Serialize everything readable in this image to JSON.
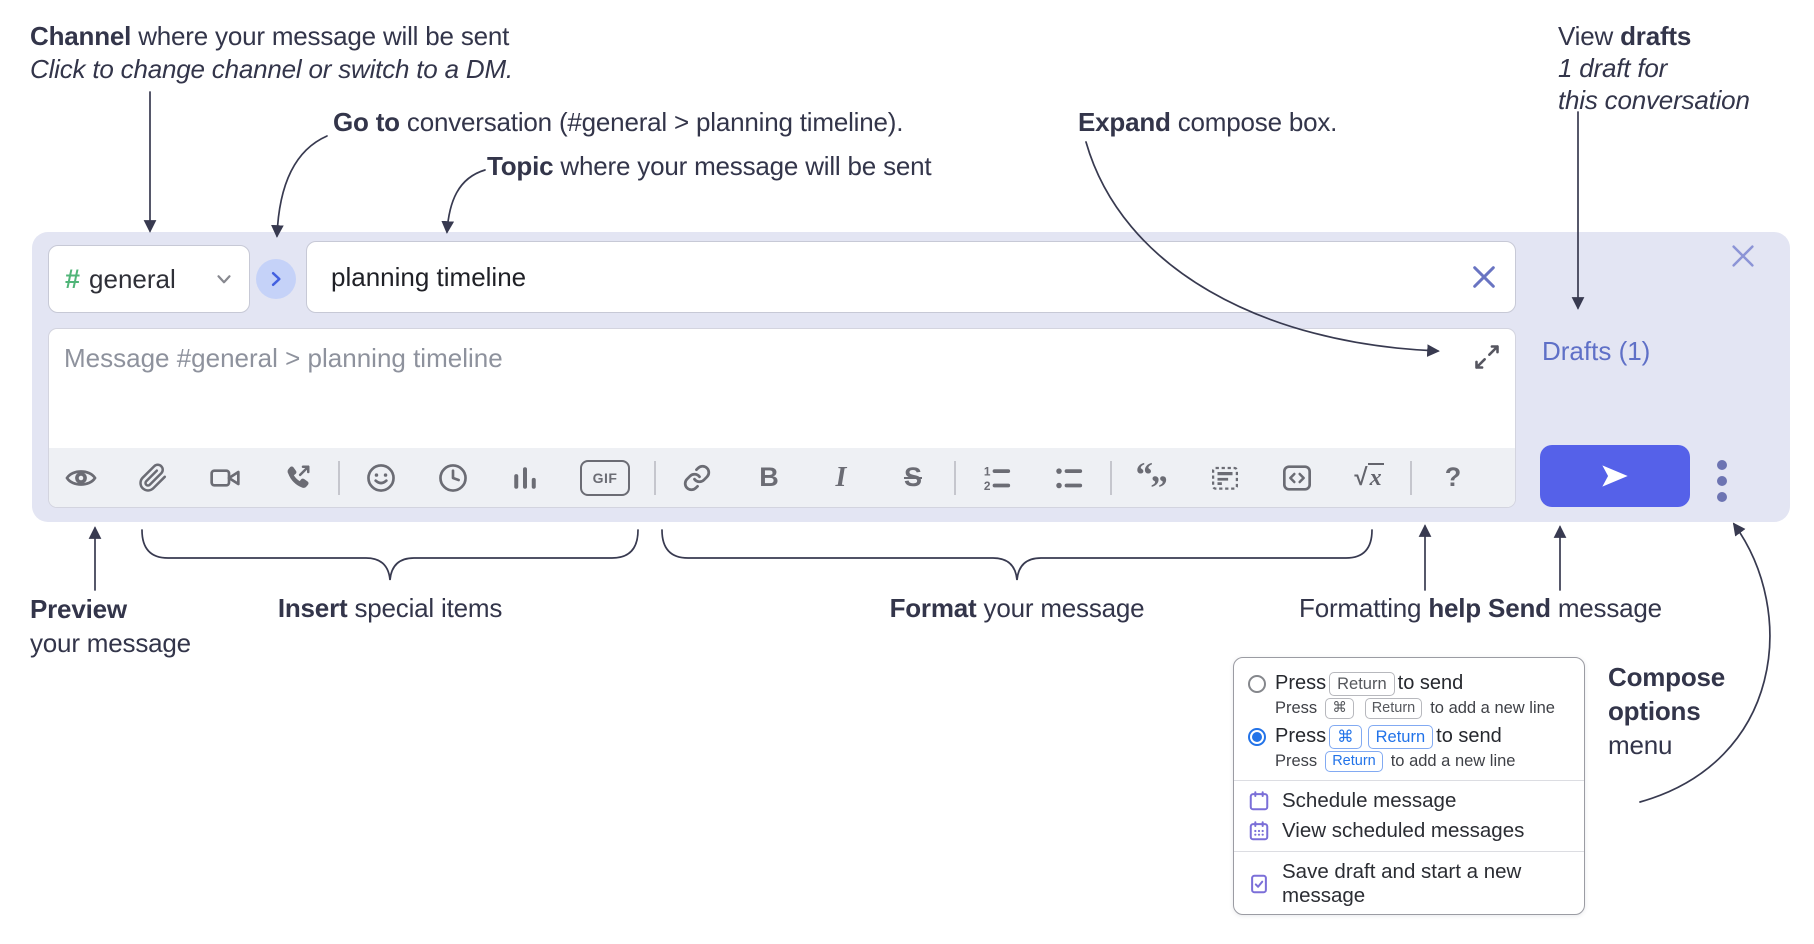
{
  "annotations": {
    "channel": {
      "bold": "Channel",
      "rest": " where your message will be sent",
      "line2": "Click to change channel or switch to a DM."
    },
    "goto": {
      "bold": "Go to",
      "rest": " conversation (#general > planning timeline)."
    },
    "topic": {
      "bold": "Topic",
      "rest": " where your message will be sent"
    },
    "expand": {
      "bold": "Expand",
      "rest": " compose box."
    },
    "drafts": {
      "line1_pre": "View ",
      "line1_bold": "drafts",
      "line2": "1 draft for",
      "line3": "this conversation"
    },
    "preview": {
      "bold": "Preview",
      "line2": "your message"
    },
    "insert": {
      "bold": "Insert",
      "rest": " special items"
    },
    "format": {
      "bold": "Format",
      "rest": " your message"
    },
    "help": {
      "pre": "Formatting ",
      "bold": "help"
    },
    "send": {
      "bold": "Send",
      "rest": " message"
    },
    "compose_menu": {
      "line1": "Compose",
      "line2": "options",
      "line3": "menu"
    }
  },
  "compose": {
    "channel_selector": {
      "hash": "#",
      "channel_name": "general"
    },
    "topic_input": {
      "value": "planning timeline"
    },
    "message_input": {
      "placeholder": "Message #general > planning timeline"
    },
    "drafts_link": "Drafts (1)",
    "toolbar": {
      "gif": "GIF",
      "bold": "B",
      "italic": "I",
      "strike": "S",
      "math_root": "√",
      "math_x": "x",
      "help": "?"
    }
  },
  "popup": {
    "option1": {
      "pre": "Press",
      "key": "Return",
      "post": "to send",
      "sub_pre": "Press",
      "sub_key1": "⌘",
      "sub_key2": "Return",
      "sub_post": "to add a new line"
    },
    "option2": {
      "pre": "Press",
      "key1": "⌘",
      "key2": "Return",
      "post": "to send",
      "sub_pre": "Press",
      "sub_key": "Return",
      "sub_post": "to add a new line"
    },
    "items": [
      {
        "label": "Schedule message"
      },
      {
        "label": "View scheduled messages"
      },
      {
        "label": "Save draft and start a new message"
      }
    ]
  },
  "colors": {
    "compose_bg": "#e3e5f3",
    "accent_send": "#5561e9",
    "hash_green": "#50b578",
    "goto_circle": "#c5d2f8",
    "goto_chevron": "#4360e0",
    "drafts_link": "#5f70c7",
    "popup_blue": "#2373e8",
    "menu_icon_purple": "#7b6fd8",
    "annotation_ink": "#33354a"
  }
}
